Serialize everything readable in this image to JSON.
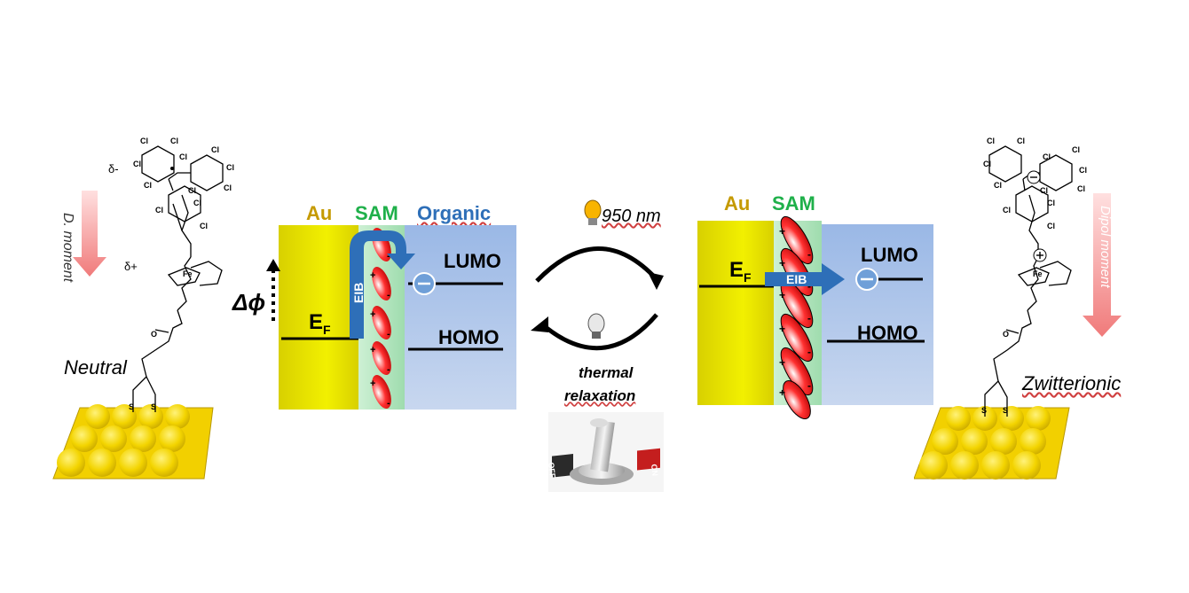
{
  "left_panel": {
    "au_label": "Au",
    "sam_label": "SAM",
    "organic_label": "Organic",
    "lumo_label": "LUMO",
    "homo_label": "HOMO",
    "ef_main": "E",
    "ef_sub": "F",
    "eib_label": "EIB",
    "delta_phi": "Δϕ"
  },
  "right_panel": {
    "au_label": "Au",
    "sam_label": "SAM",
    "lumo_label": "LUMO",
    "homo_label": "HOMO",
    "ef_main": "E",
    "ef_sub": "F",
    "eib_label": "EIB"
  },
  "center": {
    "light_label": "950 nm",
    "thermal_line1": "thermal",
    "thermal_line2": "relaxation",
    "switch_off": "OFF",
    "switch_on": "ON"
  },
  "left_molecule": {
    "state_label": "Neutral",
    "dipole_label": "D. moment",
    "delta_minus": "δ-",
    "delta_plus": "δ+",
    "atoms": {
      "cl": "Cl",
      "fe": "Fe",
      "s": "S",
      "o": "O"
    }
  },
  "right_molecule": {
    "state_label": "Zwitterionic",
    "dipole_label": "Dipol moment",
    "atoms": {
      "cl": "Cl",
      "fe": "Fe",
      "s": "S",
      "o": "O"
    }
  },
  "colors": {
    "gold": "#e8e000",
    "sam_green": "#b8e8c4",
    "organic_blue": "#a9c4ea",
    "arrow_blue": "#2e6fb8",
    "dipole_red": "#d81e1e"
  }
}
